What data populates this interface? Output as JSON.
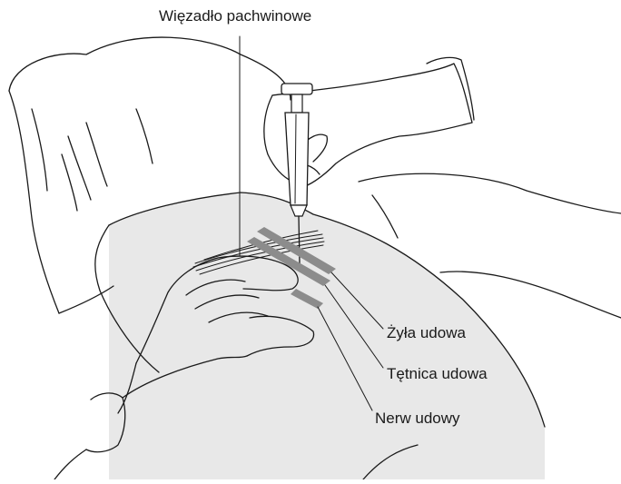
{
  "labels": {
    "inguinal_ligament": "Więzadło pachwinowe",
    "femoral_vein": "Żyła udowa",
    "femoral_artery": "Tętnica udowa",
    "femoral_nerve": "Nerw udowy"
  },
  "colors": {
    "skin_region": "#e8e8e8",
    "vessel_band": "#8c8c8c",
    "line_art": "#1a1a1a"
  }
}
